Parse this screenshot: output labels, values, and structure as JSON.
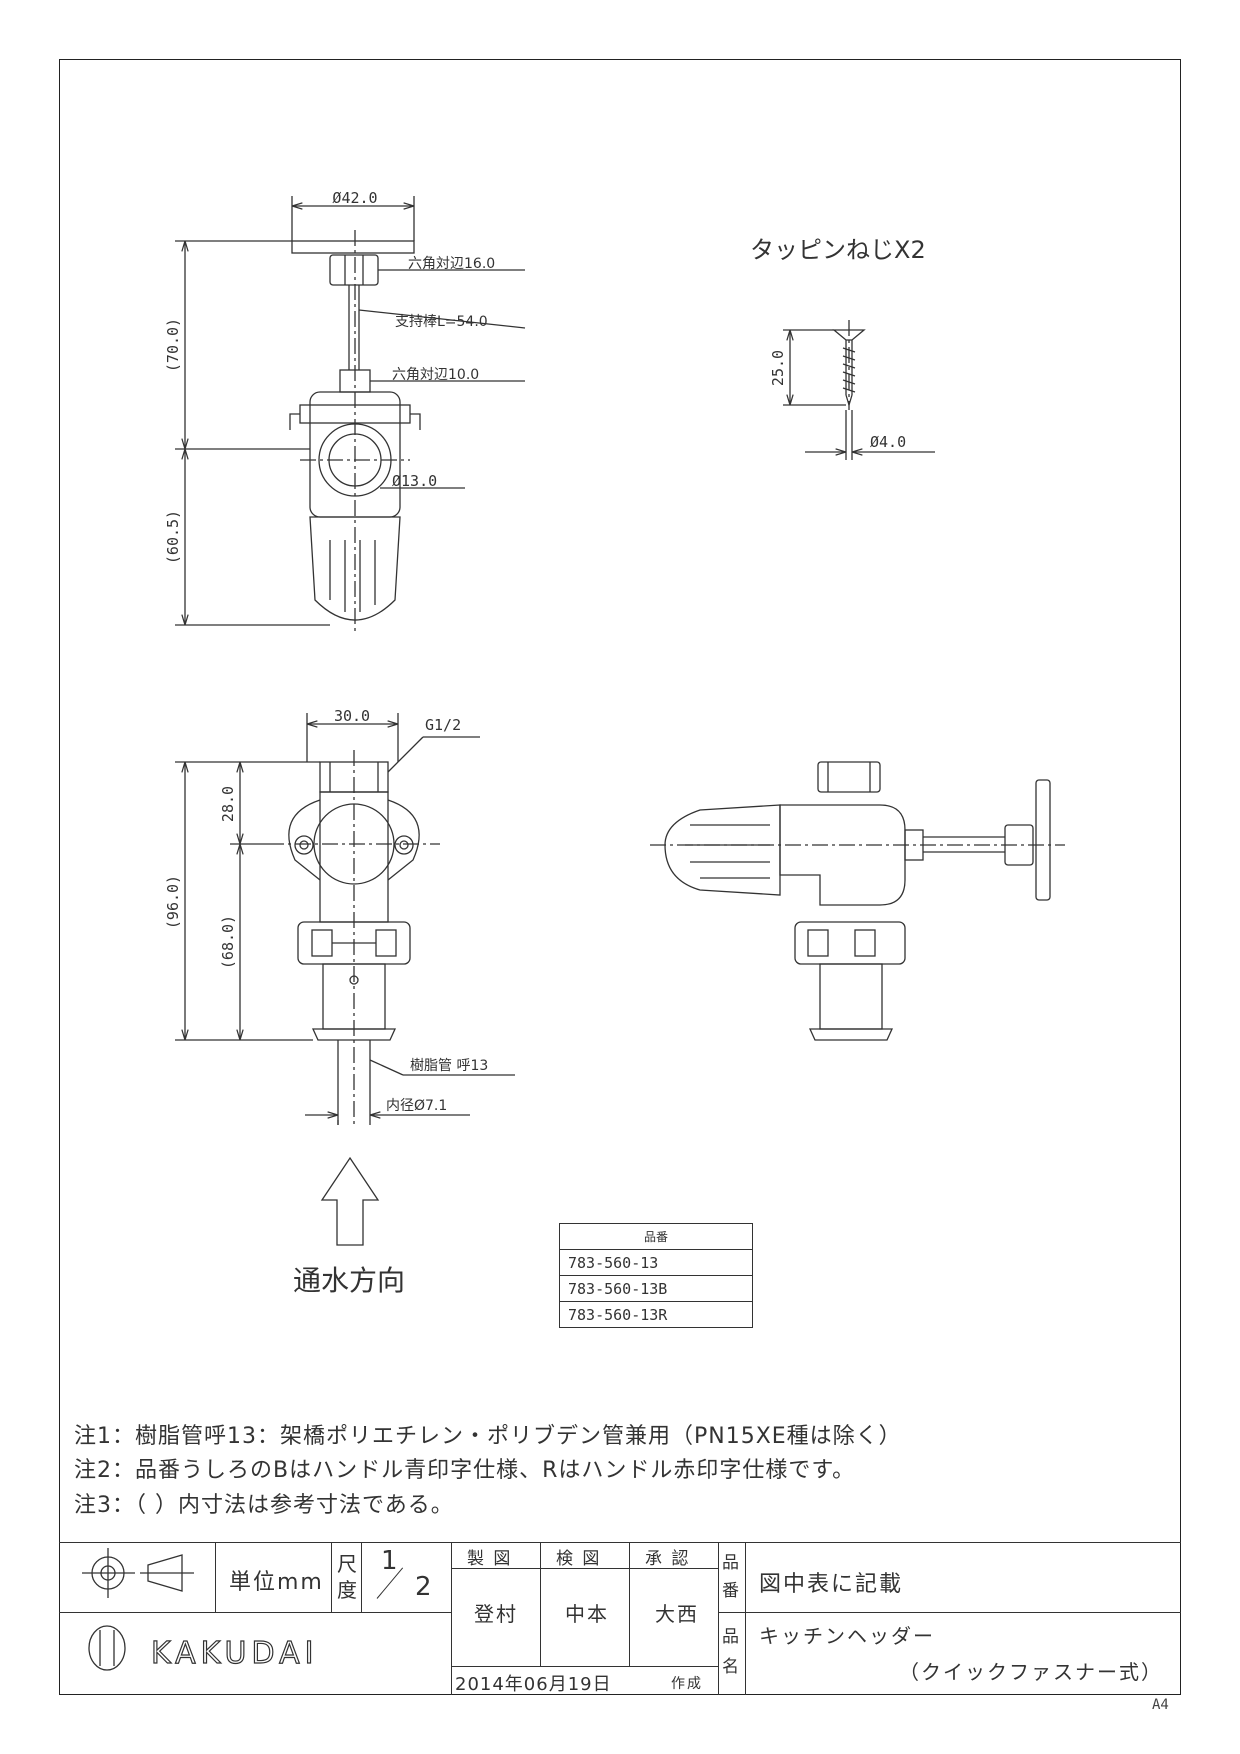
{
  "top_view": {
    "dia_42": "Ø42.0",
    "hex_16": "六角対辺16.0",
    "support_rod": "支持棒L=54.0",
    "hex_10": "六角対辺10.0",
    "dia_13": "Ø13.0",
    "dim_70": "(70.0)",
    "dim_60_5": "(60.5)"
  },
  "screw": {
    "title": "タッピンねじX2",
    "length": "25.0",
    "dia": "Ø4.0"
  },
  "front_view": {
    "width_30": "30.0",
    "thread": "G1/2",
    "dim_28": "28.0",
    "dim_96": "(96.0)",
    "dim_68": "(68.0)",
    "pipe": "樹脂管 呼13",
    "inner_dia": "内径Ø7.1"
  },
  "flow_direction": "通水方向",
  "parts_table": {
    "header": "品番",
    "rows": [
      "783-560-13",
      "783-560-13B",
      "783-560-13R"
    ]
  },
  "notes": [
    "注1：樹脂管呼13：架橋ポリエチレン・ポリブデン管兼用（PN15XE種は除く）",
    "注2：品番うしろのBはハンドル青印字仕様、Rはハンドル赤印字仕様です。",
    "注3：（ ）内寸法は参考寸法である。"
  ],
  "title_block": {
    "unit": "単位mm",
    "scale_label_1": "尺",
    "scale_label_2": "度",
    "scale_num": "1",
    "scale_den": "2",
    "made_label": "製 図",
    "check_label": "検 図",
    "approve_label": "承 認",
    "made_by": "登村",
    "check_by": "中本",
    "approve_by": "大西",
    "date": "2014年06月19日",
    "date_suffix": "作成",
    "part_no_label_1": "品",
    "part_no_label_2": "番",
    "part_no_value": "図中表に記載",
    "name_label_1": "品",
    "name_label_2": "名",
    "name_value_1": "キッチンヘッダー",
    "name_value_2": "（クイックファスナー式）",
    "company": "KAKUDAI"
  },
  "paper_size": "A4"
}
